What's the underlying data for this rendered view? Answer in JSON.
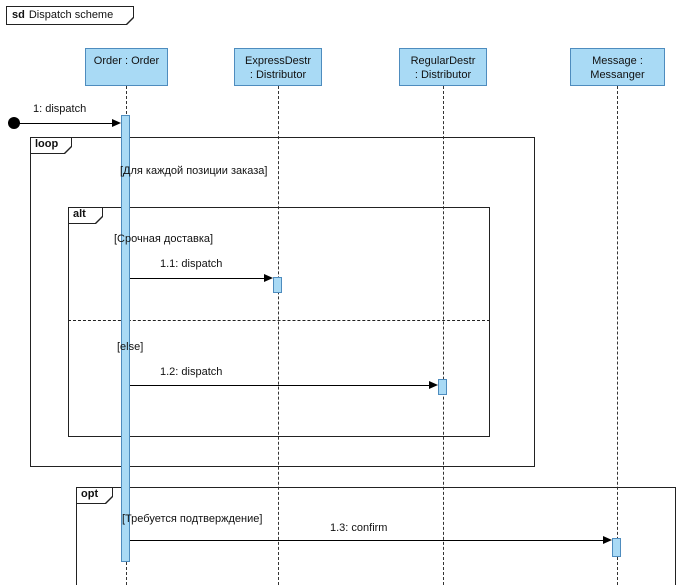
{
  "frame": {
    "keyword": "sd",
    "title": "Dispatch scheme"
  },
  "lifelines": [
    {
      "line1": "Order : Order",
      "line2": ""
    },
    {
      "line1": "ExpressDestr",
      "line2": ": Distributor"
    },
    {
      "line1": "RegularDestr",
      "line2": ": Distributor"
    },
    {
      "line1": "Message :",
      "line2": "Messanger"
    }
  ],
  "fragments": [
    {
      "operator": "loop",
      "guard": "[Для каждой позиции заказа]"
    },
    {
      "operator": "alt",
      "guard": "[Срочная доставка]",
      "else_guard": "[else]"
    },
    {
      "operator": "opt",
      "guard": "[Требуется подтверждение]"
    }
  ],
  "messages": [
    {
      "label": "1: dispatch"
    },
    {
      "label": "1.1: dispatch"
    },
    {
      "label": "1.2: dispatch"
    },
    {
      "label": "1.3: confirm"
    }
  ],
  "colors": {
    "shape_fill": "#A9DAF5",
    "shape_border": "#4E8CBE",
    "line_color": "#000000",
    "frame_border": "#222222"
  }
}
